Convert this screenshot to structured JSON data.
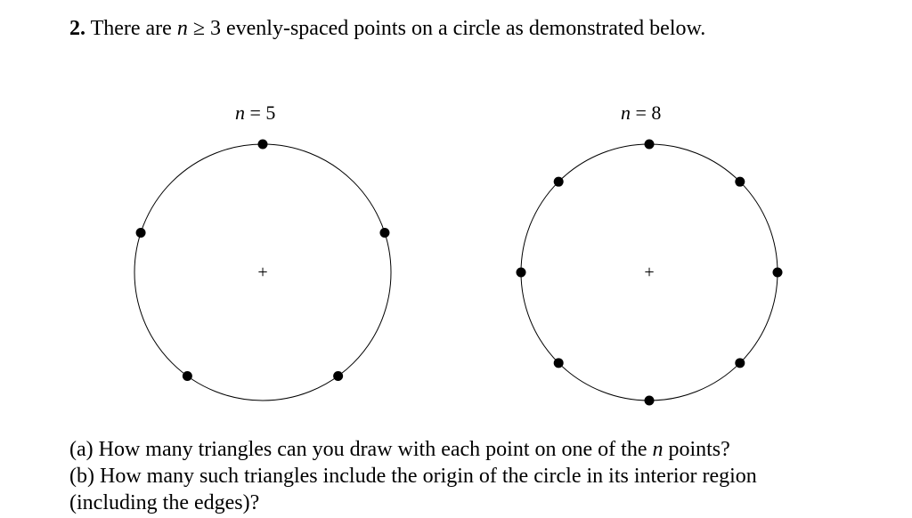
{
  "problem": {
    "number": "2.",
    "text_before": " There are ",
    "variable": "n",
    "text_condition": " ≥ 3 evenly-spaced points on a circle as demonstrated below."
  },
  "figures": [
    {
      "label_var": "n",
      "label_rest": " = 5",
      "points": 5,
      "center_mark": "+"
    },
    {
      "label_var": "n",
      "label_rest": " = 8",
      "points": 8,
      "center_mark": "+"
    }
  ],
  "questions": {
    "a_before": "(a) How many triangles can you draw with each point on one of the ",
    "a_var": "n",
    "a_after": " points?",
    "b_line1": "(b) How many such triangles include the origin of the circle in its interior region",
    "b_line2": "(including the edges)?"
  }
}
